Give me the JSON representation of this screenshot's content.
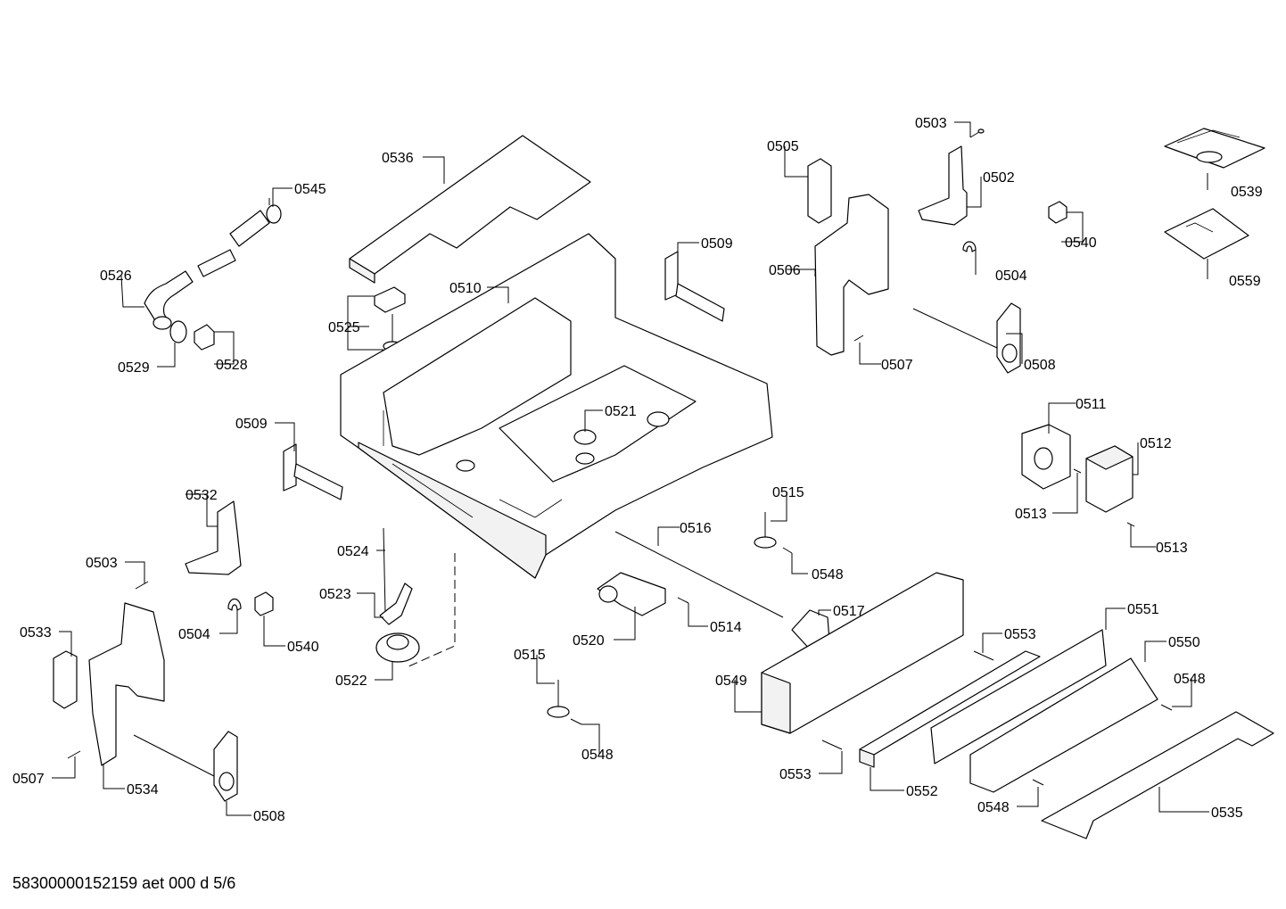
{
  "diagram": {
    "footer_text": "58300000152159 aet 000 d 5/6",
    "callouts": {
      "c0536": "0536",
      "c0545": "0545",
      "c0526": "0526",
      "c0525": "0525",
      "c0510": "0510",
      "c0509a": "0509",
      "c0529": "0529",
      "c0528": "0528",
      "c0505": "0505",
      "c0503a": "0503",
      "c0502": "0502",
      "c0539": "0539",
      "c0540a": "0540",
      "c0504a": "0504",
      "c0559": "0559",
      "c0506": "0506",
      "c0507a": "0507",
      "c0508a": "0508",
      "c0509b": "0509",
      "c0521": "0521",
      "c0511": "0511",
      "c0512": "0512",
      "c0513a": "0513",
      "c0513b": "0513",
      "c0532": "0532",
      "c0515a": "0515",
      "c0516": "0516",
      "c0548a": "0548",
      "c0524": "0524",
      "c0503b": "0503",
      "c0523": "0523",
      "c0517": "0517",
      "c0514": "0514",
      "c0551": "0551",
      "c0520": "0520",
      "c0533": "0533",
      "c0504b": "0504",
      "c0540b": "0540",
      "c0553a": "0553",
      "c0550": "0550",
      "c0515b": "0515",
      "c0522": "0522",
      "c0549": "0549",
      "c0548b": "0548",
      "c0548c": "0548",
      "c0553b": "0553",
      "c0507b": "0507",
      "c0534": "0534",
      "c0552": "0552",
      "c0548d": "0548",
      "c0535": "0535",
      "c0508b": "0508"
    }
  }
}
